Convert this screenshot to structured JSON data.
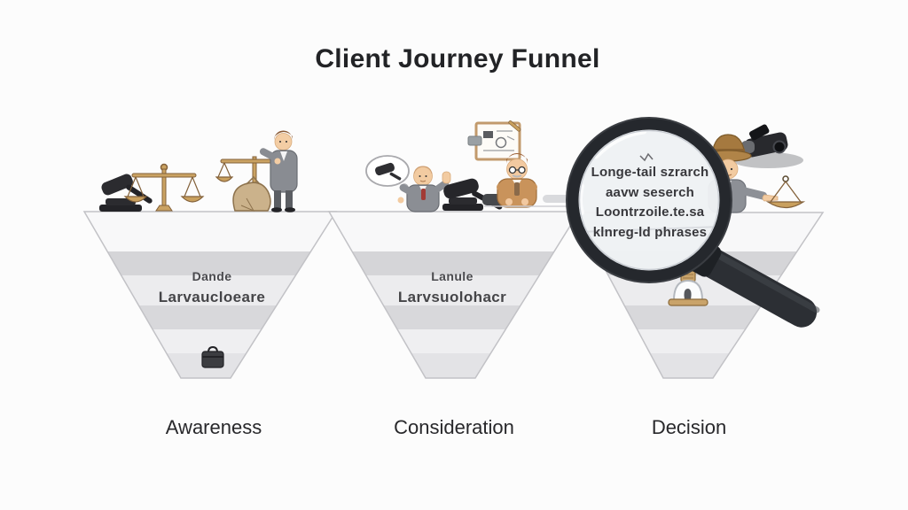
{
  "title": "Client Journey Funnel",
  "stages": [
    {
      "label": "Awareness",
      "text_line1": "Dande",
      "text_line2": "Larvaucloeare",
      "icons": [
        "gavel-icon",
        "balance-scale-icon",
        "money-bag-scale-icon",
        "lawyer-figure",
        "briefcase-icon"
      ]
    },
    {
      "label": "Consideration",
      "text_line1": "Lanule",
      "text_line2": "Larvsuolohacr",
      "icons": [
        "thought-bubble-gavel-icon",
        "consulting-lawyer-figure",
        "gavel-on-block-icon",
        "picture-frame-icon",
        "senior-lawyer-figure"
      ]
    },
    {
      "label": "Decision",
      "icons": [
        "camera-gavel-icon",
        "hat-client-figure",
        "hanging-scale-icon",
        "bell-jar-trophy-icon",
        "magnifying-glass-icon"
      ]
    }
  ],
  "magnifier": {
    "line1": "Longe-tail szrarch",
    "line2": "aavw seserch",
    "line3": "Loontrzoile.te.sa",
    "line4": "klnreg-ld phrases"
  },
  "colors": {
    "background": "#fcfcfc",
    "funnel_band_light": "#f8f8f9",
    "funnel_band_gray": "#d5d5d8",
    "funnel_outline": "#c2c2c6",
    "magnifier_rim": "#25282d",
    "lens_fill": "#eef1f4",
    "suit_gray": "#8b8e94",
    "scale_tan": "#c9a05e",
    "vest_tan": "#c9935b",
    "hat_brown": "#a5793f",
    "text_dark": "#222326"
  }
}
